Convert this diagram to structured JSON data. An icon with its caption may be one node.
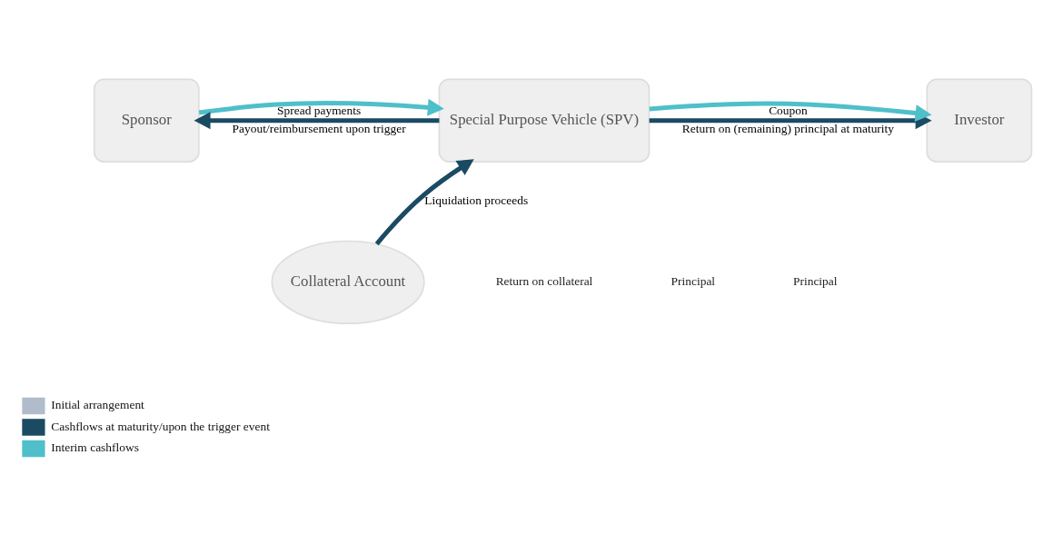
{
  "diagram": {
    "nodes": [
      {
        "text": [
          "Sponsor"
        ]
      },
      {
        "text": [
          "Special Purpose Vehicle (SPV)"
        ]
      },
      {
        "text": [
          "Investor"
        ]
      },
      {
        "text": [
          "Collateral Account"
        ]
      }
    ],
    "edges": [
      {
        "from": 1,
        "to": 0,
        "arrow": "to",
        "label": "Payout/reimbursement upon trigger",
        "color": "#1b4a63"
      },
      {
        "from": 0,
        "to": 1,
        "arrow": "to",
        "label": "Spread payments",
        "color": "#4fbfc9"
      },
      {
        "from": 1,
        "to": 2,
        "arrow": "to",
        "label": "Return on (remaining) principal at maturity",
        "color": "#1b4a63"
      },
      {
        "from": 1,
        "to": 2,
        "arrow": "to",
        "label": "Coupon",
        "color": "#4fbfc9"
      },
      {
        "from": 3,
        "to": 1,
        "arrow": "to",
        "label": "Liquidation proceeds",
        "color": "#1b4a63"
      }
    ],
    "labels": [
      "Principal",
      "Return on collateral",
      "Principal"
    ],
    "legend": [
      {
        "text": "Initial arrangement",
        "color": "#b0bccb"
      },
      {
        "text": "Cashflows at maturity/upon the trigger event",
        "color": "#1b4a63"
      },
      {
        "text": "Interim cashflows",
        "color": "#4fbfc9"
      }
    ]
  }
}
